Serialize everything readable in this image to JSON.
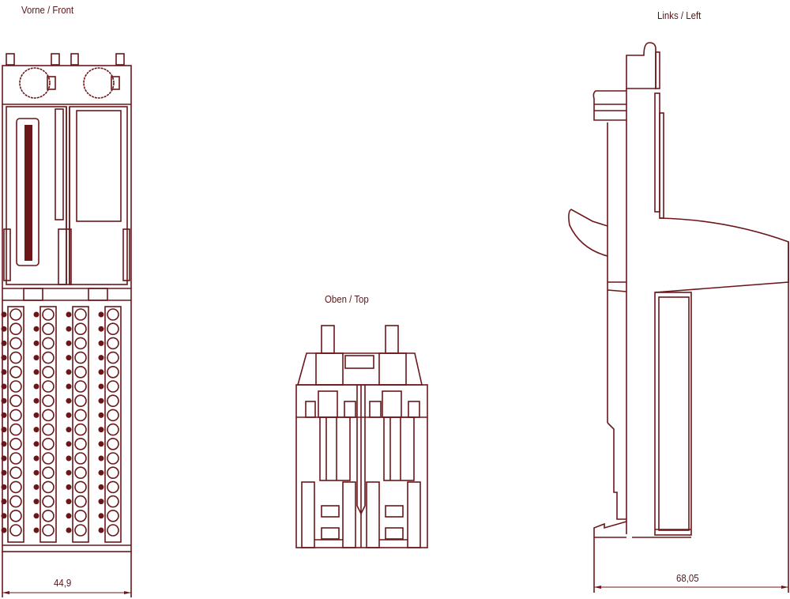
{
  "views": {
    "front": {
      "title": "Vorne / Front",
      "dimension": "44,9"
    },
    "top": {
      "title": "Oben / Top"
    },
    "left": {
      "title": "Links / Left",
      "dimension": "68,05"
    }
  },
  "colors": {
    "line": "#6b1719"
  },
  "front_terminals": {
    "columns": 4,
    "rows": 16
  }
}
